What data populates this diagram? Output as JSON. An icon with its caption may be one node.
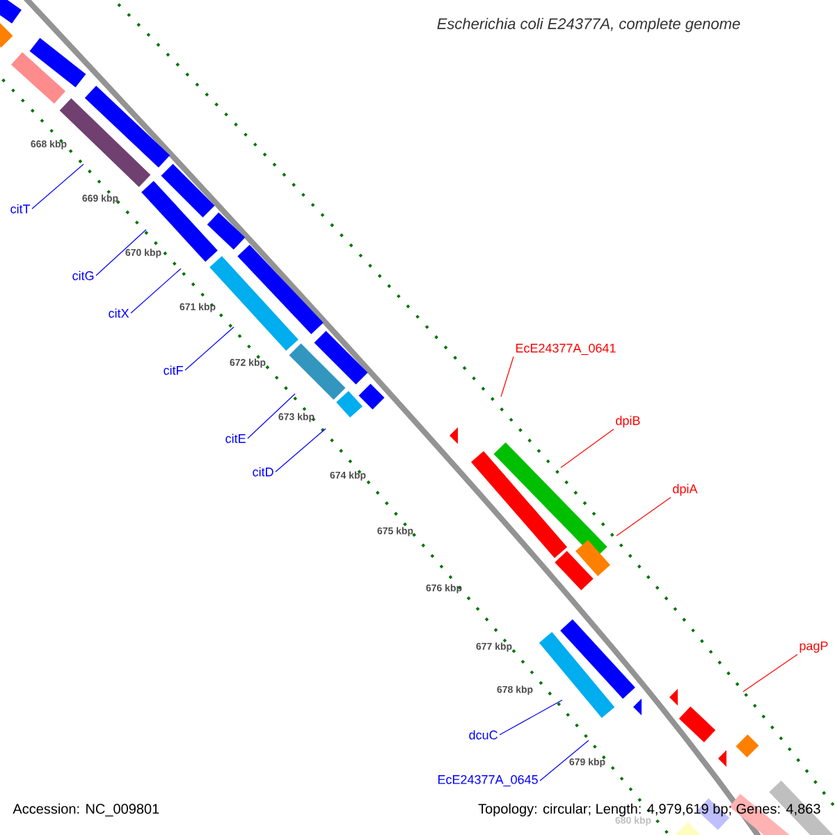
{
  "diagram": {
    "title": "Escherichia coli E24377A, complete genome",
    "nodes": [
      {
        "text": [
          "citT"
        ]
      },
      {
        "text": [
          "citG"
        ]
      },
      {
        "text": [
          "citX"
        ]
      },
      {
        "text": [
          "EcE24377A_0641"
        ]
      },
      {
        "text": [
          "citF"
        ]
      },
      {
        "text": [
          "dpiB"
        ]
      },
      {
        "text": [
          "citE"
        ]
      },
      {
        "text": [
          "citD"
        ]
      },
      {
        "text": [
          "dpiA"
        ]
      },
      {
        "text": [
          "pagP"
        ]
      },
      {
        "text": [
          "dcuC"
        ]
      },
      {
        "text": [
          "EcE24377A_0645"
        ]
      }
    ],
    "edges": [
      {
        "from": 0,
        "to": null,
        "arrow": "none",
        "color": "#0000ff"
      },
      {
        "from": 1,
        "to": null,
        "arrow": "none",
        "color": "#0000ff"
      },
      {
        "from": 2,
        "to": null,
        "arrow": "none",
        "color": "#0000ff"
      },
      {
        "from": 3,
        "to": null,
        "arrow": "none",
        "color": "#ff0000"
      },
      {
        "from": 4,
        "to": null,
        "arrow": "none",
        "color": "#0000ff"
      },
      {
        "from": 5,
        "to": null,
        "arrow": "none",
        "color": "#ff0000"
      },
      {
        "from": 6,
        "to": null,
        "arrow": "none",
        "color": "#0000ff"
      },
      {
        "from": 7,
        "to": null,
        "arrow": "none",
        "color": "#0000ff"
      },
      {
        "from": 8,
        "to": null,
        "arrow": "none",
        "color": "#ff0000"
      },
      {
        "from": 9,
        "to": null,
        "arrow": "none",
        "color": "#ff0000"
      },
      {
        "from": 10,
        "to": null,
        "arrow": "none",
        "color": "#0000ff"
      },
      {
        "from": 11,
        "to": null,
        "arrow": "none",
        "color": "#0000ff"
      }
    ],
    "labels": [
      "668 kbp",
      "669 kbp",
      "670 kbp",
      "671 kbp",
      "672 kbp",
      "673 kbp",
      "674 kbp",
      "675 kbp",
      "676 kbp",
      "677 kbp",
      "678 kbp",
      "679 kbp",
      "680 kbp",
      "Accession: NC_009801",
      "Topology: circular; Length: 4,979,619 bp; Genes: 4,863"
    ]
  }
}
